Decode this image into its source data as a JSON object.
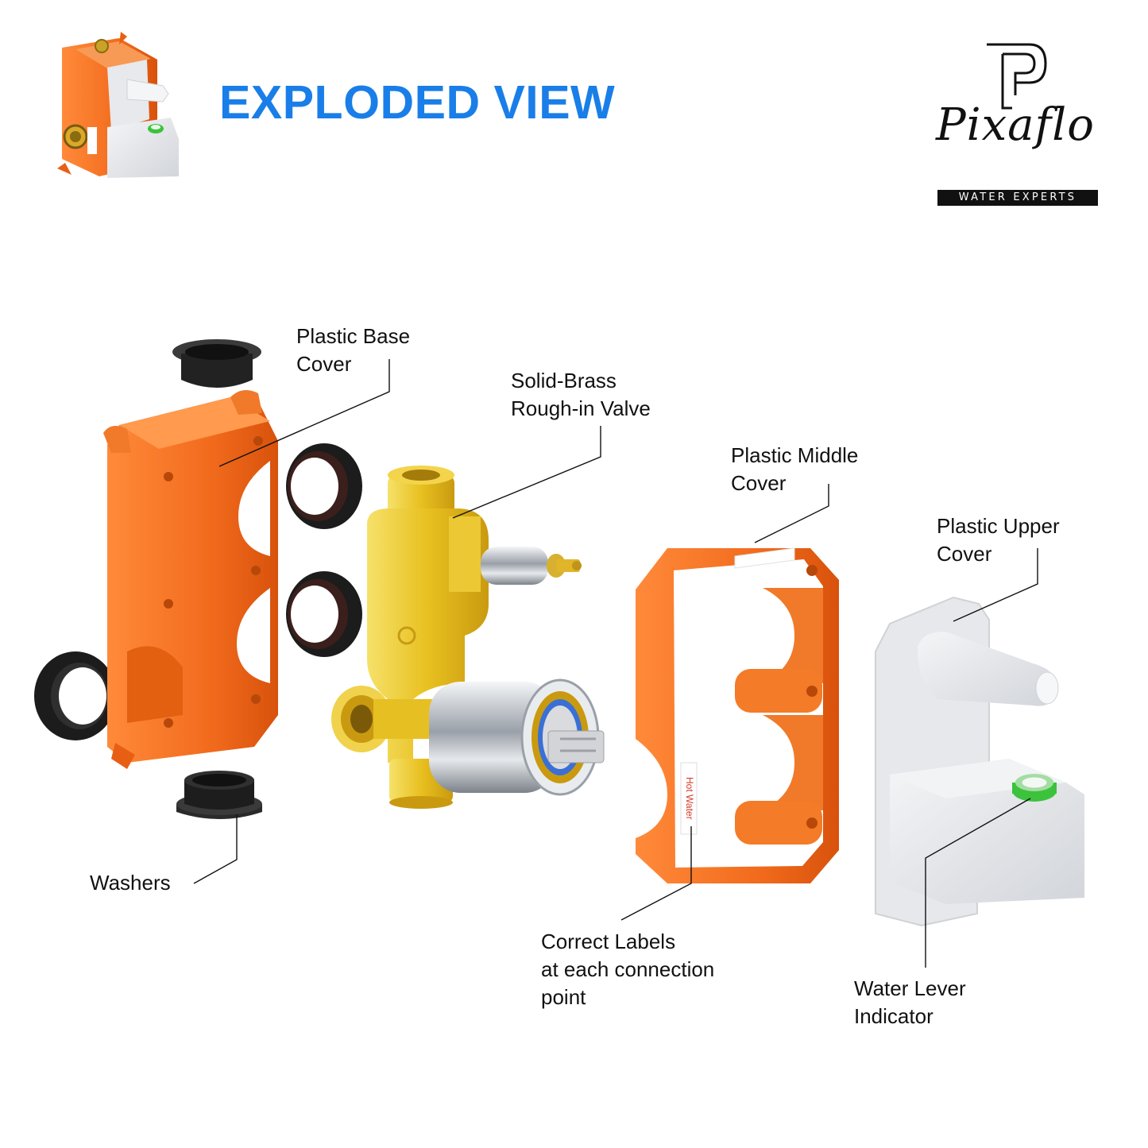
{
  "header": {
    "title": "EXPLODED VIEW"
  },
  "logo": {
    "brand_name": "Pixaflo",
    "tagline": "WATER EXPERTS"
  },
  "callouts": {
    "plastic_base_cover": [
      "Plastic Base",
      "Cover"
    ],
    "solid_brass_valve": [
      "Solid-Brass",
      "Rough-in Valve"
    ],
    "plastic_middle_cover": [
      "Plastic Middle",
      "Cover"
    ],
    "plastic_upper_cover": [
      "Plastic Upper",
      "Cover"
    ],
    "washers": [
      "Washers"
    ],
    "correct_labels": [
      "Correct Labels",
      "at each connection",
      "point"
    ],
    "water_level_indicator": [
      "Water Lever",
      "Indicator"
    ]
  },
  "product_labels": {
    "hot_water": "Hot Water"
  },
  "colors": {
    "title_blue": "#1a7ee8",
    "housing_orange": "#f26b1d",
    "brass": "#e8c020",
    "chrome": "#c8ccd2",
    "washer_black": "#222222",
    "upper_cover_white": "#e4e6e9",
    "level_green": "#3cc23c"
  }
}
